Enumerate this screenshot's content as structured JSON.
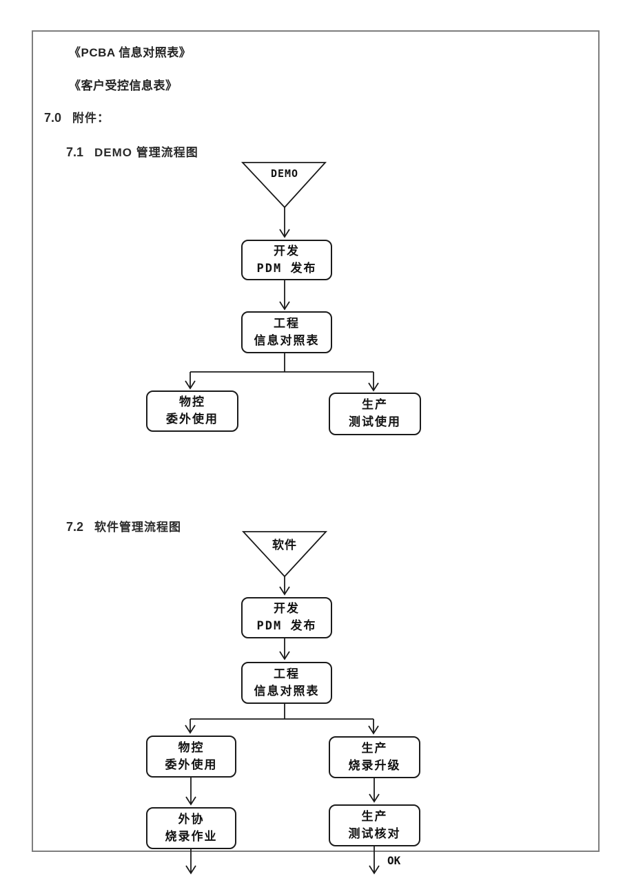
{
  "page": {
    "ref1": "《PCBA 信息对照表》",
    "ref2": "《客户受控信息表》",
    "sec70_num": "7.0",
    "sec70_title": "附件：",
    "sec71_num": "7.1",
    "sec71_title": "DEMO 管理流程图",
    "sec72_num": "7.2",
    "sec72_title": "软件管理流程图"
  },
  "flow_demo": {
    "start_label": "DEMO",
    "dev": {
      "l1": "开发",
      "l2": "PDM 发布"
    },
    "eng": {
      "l1": "工程",
      "l2": "信息对照表"
    },
    "mc": {
      "l1": "物控",
      "l2": "委外使用"
    },
    "prod": {
      "l1": "生产",
      "l2": "测试使用"
    }
  },
  "flow_sw": {
    "start_label": "软件",
    "dev": {
      "l1": "开发",
      "l2": "PDM 发布"
    },
    "eng": {
      "l1": "工程",
      "l2": "信息对照表"
    },
    "mc": {
      "l1": "物控",
      "l2": "委外使用"
    },
    "burn": {
      "l1": "生产",
      "l2": "烧录升级"
    },
    "ext": {
      "l1": "外协",
      "l2": "烧录作业"
    },
    "test": {
      "l1": "生产",
      "l2": "测试核对"
    },
    "ok_label": "OK"
  },
  "colors": {
    "ink": "#1a1a1a",
    "border_gray": "#7d7d7d",
    "background": "#ffffff"
  }
}
